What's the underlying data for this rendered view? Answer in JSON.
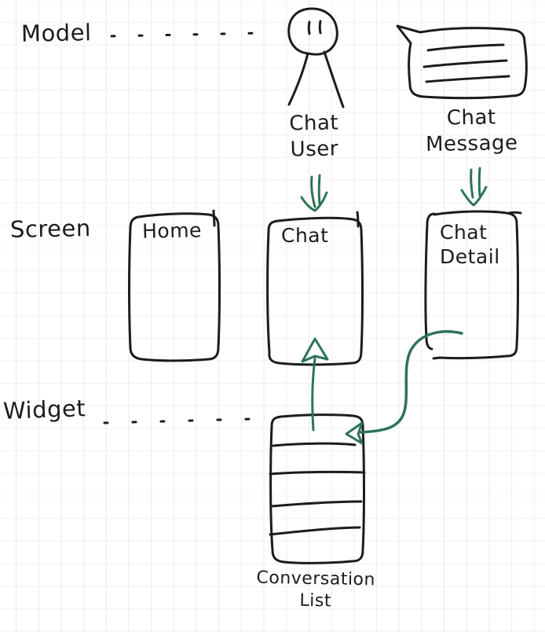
{
  "canvas": {
    "colors": {
      "background": "#ffffff",
      "grid": "#ebebeb",
      "grid_minor": "#f1f1f1",
      "ink": "#1c1c1c",
      "accent_green": "#2e7356"
    }
  },
  "rows": {
    "model": {
      "label": "Model"
    },
    "screen": {
      "label": "Screen"
    },
    "widget": {
      "label": "Widget"
    }
  },
  "model_items": {
    "chat_user": {
      "label": "Chat\nUser",
      "icon": "person-figure"
    },
    "chat_message": {
      "label": "Chat\nMessage",
      "icon": "speech-bubble"
    }
  },
  "screens": {
    "home": {
      "label": "Home"
    },
    "chat": {
      "label": "Chat"
    },
    "chat_detail": {
      "label": "Chat\nDetail"
    }
  },
  "widgets": {
    "conversation_list": {
      "label": "Conversation\nList",
      "icon": "list-rows"
    }
  },
  "connections": [
    {
      "from": "Chat User",
      "to": "Chat screen",
      "style": "green-double-arrow"
    },
    {
      "from": "Chat Message",
      "to": "Chat Detail screen",
      "style": "green-double-arrow"
    },
    {
      "from": "Conversation List",
      "to": "Chat screen",
      "style": "green-thick-arrow"
    },
    {
      "from": "Chat Detail screen",
      "to": "Conversation List widget",
      "style": "green-curved-arrow"
    }
  ]
}
